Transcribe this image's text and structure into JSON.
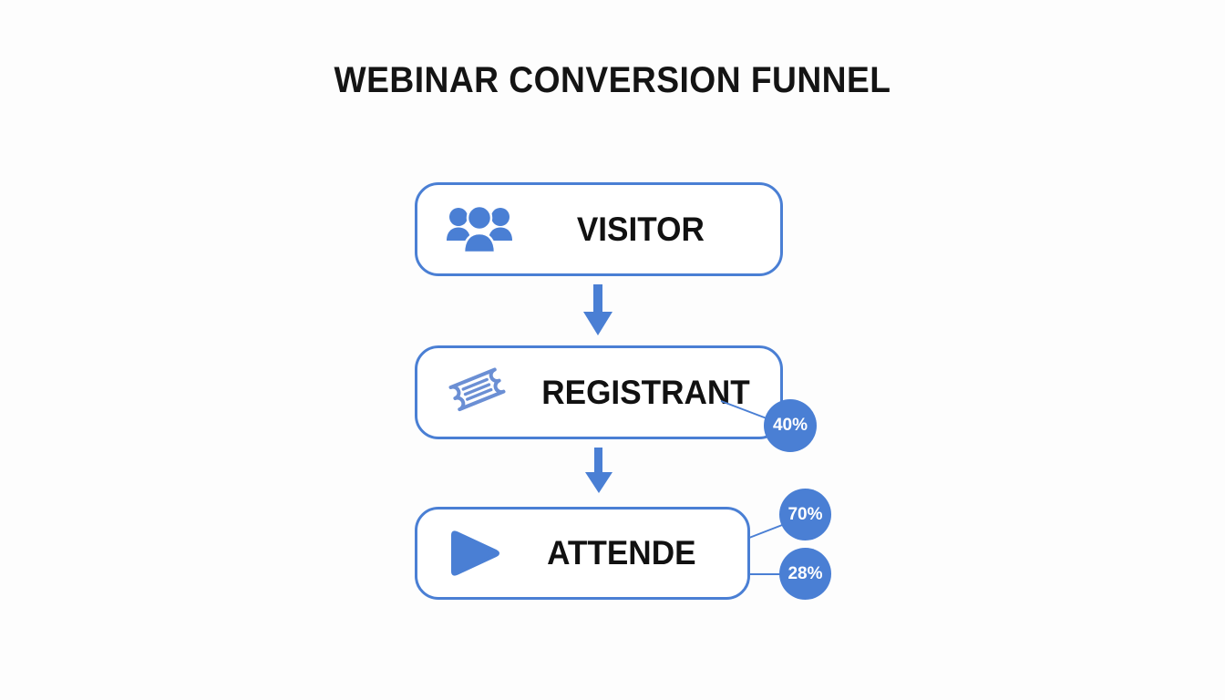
{
  "page": {
    "title": "WEBINAR CONVERSION FUNNEL",
    "background_color": "#fdfdfd",
    "accent_color": "#4a7fd4",
    "text_color": "#111111"
  },
  "chart_data": {
    "type": "diagram",
    "title": "WEBINAR CONVERSION FUNNEL",
    "stages": [
      {
        "label": "VISITOR",
        "icon": "people-group-icon",
        "rates": []
      },
      {
        "label": "REGISTRANT",
        "icon": "ticket-icon",
        "rates": [
          "40%"
        ]
      },
      {
        "label": "ATTENDE",
        "icon": "play-icon",
        "rates": [
          "70%",
          "28%"
        ]
      }
    ],
    "conversion_rates": [
      {
        "value": "40%",
        "numeric": 40,
        "from": "VISITOR",
        "to": "REGISTRANT"
      },
      {
        "value": "70%",
        "numeric": 70,
        "from": "REGISTRANT",
        "to": "ATTENDE"
      },
      {
        "value": "28%",
        "numeric": 28,
        "from": "VISITOR",
        "to": "ATTENDE"
      }
    ],
    "flow_direction": "top-to-bottom",
    "connectors": [
      "arrow-down",
      "arrow-down"
    ]
  },
  "stages": {
    "visitor": {
      "label": "VISITOR"
    },
    "registrant": {
      "label": "REGISTRANT"
    },
    "attende": {
      "label": "ATTENDE"
    }
  },
  "badges": {
    "registrant_rate": "40%",
    "attende_rate_primary": "70%",
    "attende_rate_overall": "28%"
  }
}
